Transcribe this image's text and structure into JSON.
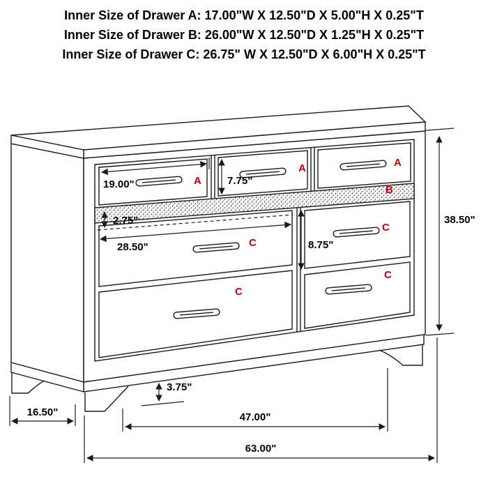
{
  "header": {
    "lines": [
      "Inner Size of Drawer A: 17.00\"W X 12.50\"D X 5.00\"H X 0.25\"T",
      "Inner Size of Drawer B: 26.00\"W X 12.50\"D X 1.25\"H X 0.25\"T",
      "Inner Size of Drawer C: 26.75\" W X 12.50\"D X 6.00\"H X 0.25\"T"
    ]
  },
  "labels": {
    "a": "A",
    "b": "B",
    "c": "C"
  },
  "dimensions": {
    "top_left_drawer_width": "19.00\"",
    "top_drawer_height": "7.75\"",
    "jewelry_drawer_height": "2.75\"",
    "large_drawer_width": "28.50\"",
    "lower_drawer_height": "8.75\"",
    "overall_height": "38.50\"",
    "leg_height": "3.75\"",
    "depth": "16.50\"",
    "leg_span_width": "47.00\"",
    "overall_width": "63.00\""
  },
  "colors": {
    "label_red": "#cc0000",
    "line_black": "#1a1a1a"
  }
}
